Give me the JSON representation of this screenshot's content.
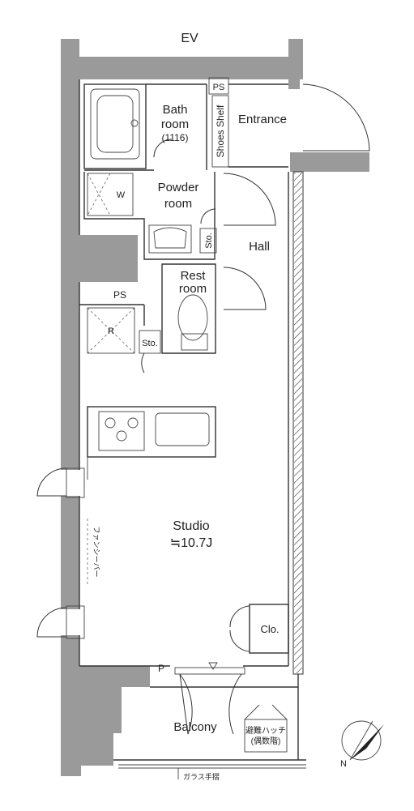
{
  "labels": {
    "ev": "EV",
    "ps_top": "PS",
    "bath_line1": "Bath",
    "bath_line2": "room",
    "bath_size": "(1116)",
    "shoes_shelf": "Shoes Shelf",
    "entrance": "Entrance",
    "washer": "W",
    "powder_line1": "Powder",
    "powder_line2": "room",
    "storage_1": "Sto.",
    "hall": "Hall",
    "rest_line1": "Rest",
    "rest_line2": "room",
    "ps_mid": "PS",
    "fridge": "R",
    "storage_2": "Sto.",
    "studio": "Studio",
    "studio_area": "≒10.7J",
    "fan_heater": "ファンシーバー",
    "closet": "Clo.",
    "p_mark": "P",
    "balcony": "Balcony",
    "hatch_line1": "避難ハッチ",
    "hatch_line2": "(偶数階)",
    "glass_rail": "ガラス手摺",
    "north": "N"
  },
  "colors": {
    "wall": "#9a9a9a",
    "line": "#333333",
    "background": "#ffffff"
  }
}
